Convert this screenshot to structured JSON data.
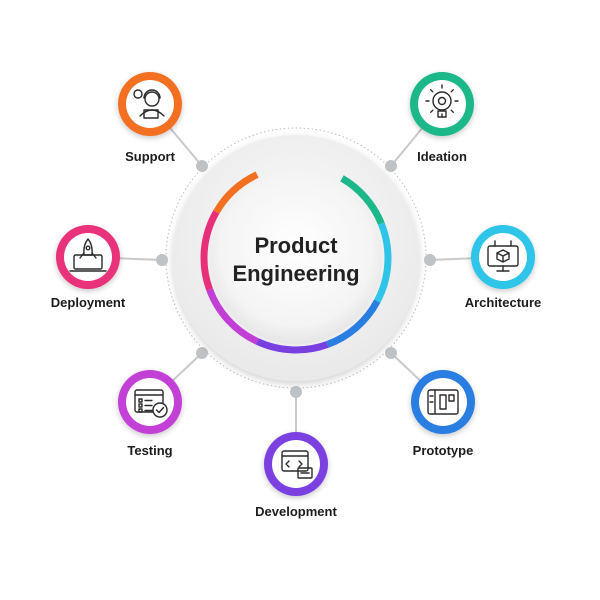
{
  "center": {
    "line1": "Product",
    "line2": "Engineering"
  },
  "nodes": [
    {
      "id": "support",
      "label": "Support",
      "icon": "support-agent-icon",
      "color": "#f37021"
    },
    {
      "id": "ideation",
      "label": "Ideation",
      "icon": "lightbulb-gear-icon",
      "color": "#1db88a"
    },
    {
      "id": "architecture",
      "label": "Architecture",
      "icon": "monitor-cube-icon",
      "color": "#2ec5e8"
    },
    {
      "id": "prototype",
      "label": "Prototype",
      "icon": "blueprint-icon",
      "color": "#2a7de1"
    },
    {
      "id": "development",
      "label": "Development",
      "icon": "code-window-icon",
      "color": "#7a3fe0"
    },
    {
      "id": "testing",
      "label": "Testing",
      "icon": "checklist-icon",
      "color": "#c23fd6"
    },
    {
      "id": "deployment",
      "label": "Deployment",
      "icon": "rocket-laptop-icon",
      "color": "#e8307a"
    }
  ],
  "ring_colors": [
    "#f37021",
    "#1db88a",
    "#2ec5e8",
    "#2a7de1",
    "#7a3fe0",
    "#c23fd6",
    "#e8307a"
  ]
}
